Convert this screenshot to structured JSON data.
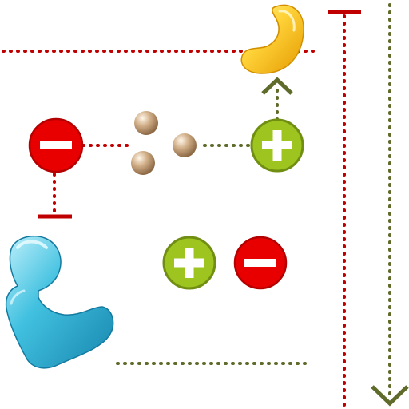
{
  "colors": {
    "inhibit": "#c00000",
    "activate": "#5f6b2a",
    "plus_fill": "#9ec41f",
    "plus_stroke": "#6f8e12",
    "minus_fill": "#e80000",
    "minus_stroke": "#b30000",
    "ball": "#c9a47a",
    "cyan": "#38b8d6",
    "yellow": "#f7c520"
  },
  "nodes": {
    "minus_left": {
      "kind": "minus",
      "icon": "minus-circle-icon"
    },
    "plus_right": {
      "kind": "plus",
      "icon": "plus-circle-icon"
    },
    "plus_center": {
      "kind": "plus",
      "icon": "plus-circle-icon"
    },
    "minus_center": {
      "kind": "minus",
      "icon": "minus-circle-icon"
    }
  },
  "shapes": {
    "yellow_crescent": {
      "icon": "yellow-crescent-molecule-icon"
    },
    "cyan_block": {
      "icon": "cyan-l-shaped-molecule-icon"
    },
    "particles": {
      "icon": "particle-cluster-icon",
      "count": 3
    }
  },
  "edges": [
    {
      "id": "top-inhibit-line",
      "type": "inhibit-dotted"
    },
    {
      "id": "right-inhibit-vertical",
      "type": "inhibit-dotted-tbar"
    },
    {
      "id": "right-activate-vertical",
      "type": "activate-dotted-arrow"
    },
    {
      "id": "minus-to-particles",
      "type": "inhibit-dotted"
    },
    {
      "id": "minus-down-tbar",
      "type": "inhibit-dotted-tbar"
    },
    {
      "id": "particles-to-plus",
      "type": "activate-dotted"
    },
    {
      "id": "plus-to-crescent",
      "type": "activate-dotted-arrow"
    },
    {
      "id": "bottom-activate-line",
      "type": "activate-dotted"
    }
  ]
}
